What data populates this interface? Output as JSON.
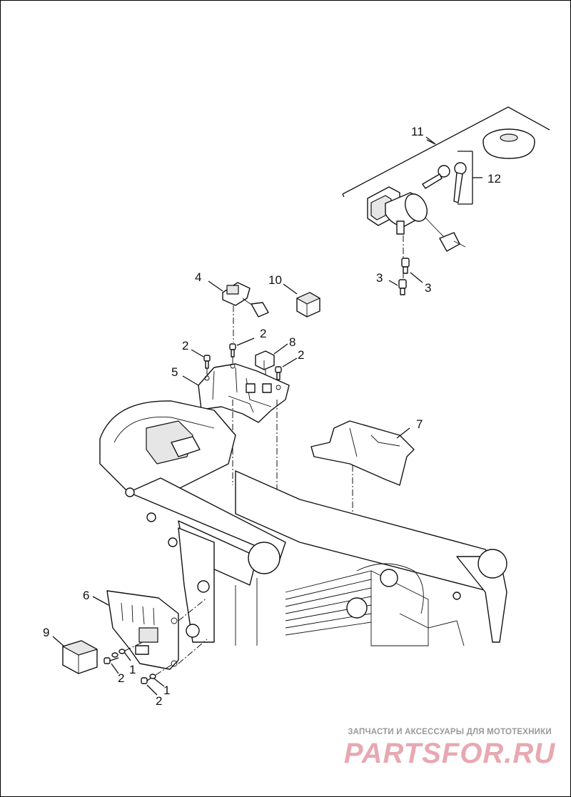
{
  "callouts": [
    {
      "id": "c1",
      "label": "1"
    },
    {
      "id": "c1b",
      "label": "1"
    },
    {
      "id": "c2a",
      "label": "2"
    },
    {
      "id": "c2b",
      "label": "2"
    },
    {
      "id": "c2c",
      "label": "2"
    },
    {
      "id": "c2d",
      "label": "2"
    },
    {
      "id": "c2e",
      "label": "2"
    },
    {
      "id": "c3a",
      "label": "3"
    },
    {
      "id": "c3b",
      "label": "3"
    },
    {
      "id": "c4",
      "label": "4"
    },
    {
      "id": "c5",
      "label": "5"
    },
    {
      "id": "c6",
      "label": "6"
    },
    {
      "id": "c7",
      "label": "7"
    },
    {
      "id": "c8",
      "label": "8"
    },
    {
      "id": "c9",
      "label": "9"
    },
    {
      "id": "c10",
      "label": "10"
    },
    {
      "id": "c11",
      "label": "11"
    },
    {
      "id": "c12",
      "label": "12"
    }
  ],
  "watermark": {
    "tagline": "ЗАПЧАСТИ И АКСЕССУАРЫ ДЛЯ МОТОТЕХНИКИ",
    "brand": "PARTSFOR.RU"
  },
  "colors": {
    "line": "#111111",
    "watermark_brand": "#e8a8b2",
    "watermark_tag": "#999999"
  }
}
